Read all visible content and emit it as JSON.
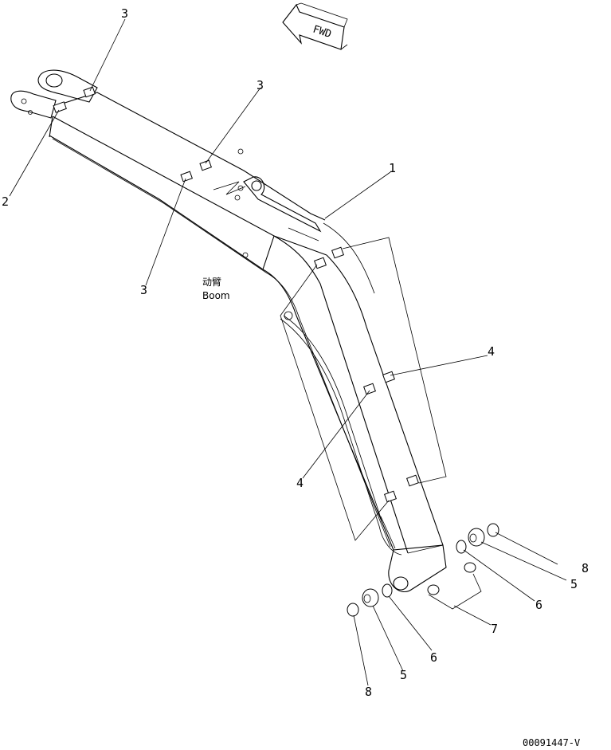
{
  "drawing_code": "00091447-V",
  "direction_arrow": "FWD",
  "main_part": {
    "label_cn": "动臂",
    "label_en": "Boom"
  },
  "callouts": {
    "c1": "1",
    "c2": "2",
    "c3a": "3",
    "c3b": "3",
    "c3c": "3",
    "c4a": "4",
    "c4b": "4",
    "c5a": "5",
    "c5b": "5",
    "c6a": "6",
    "c6b": "6",
    "c7": "7",
    "c8a": "8",
    "c8b": "8"
  }
}
